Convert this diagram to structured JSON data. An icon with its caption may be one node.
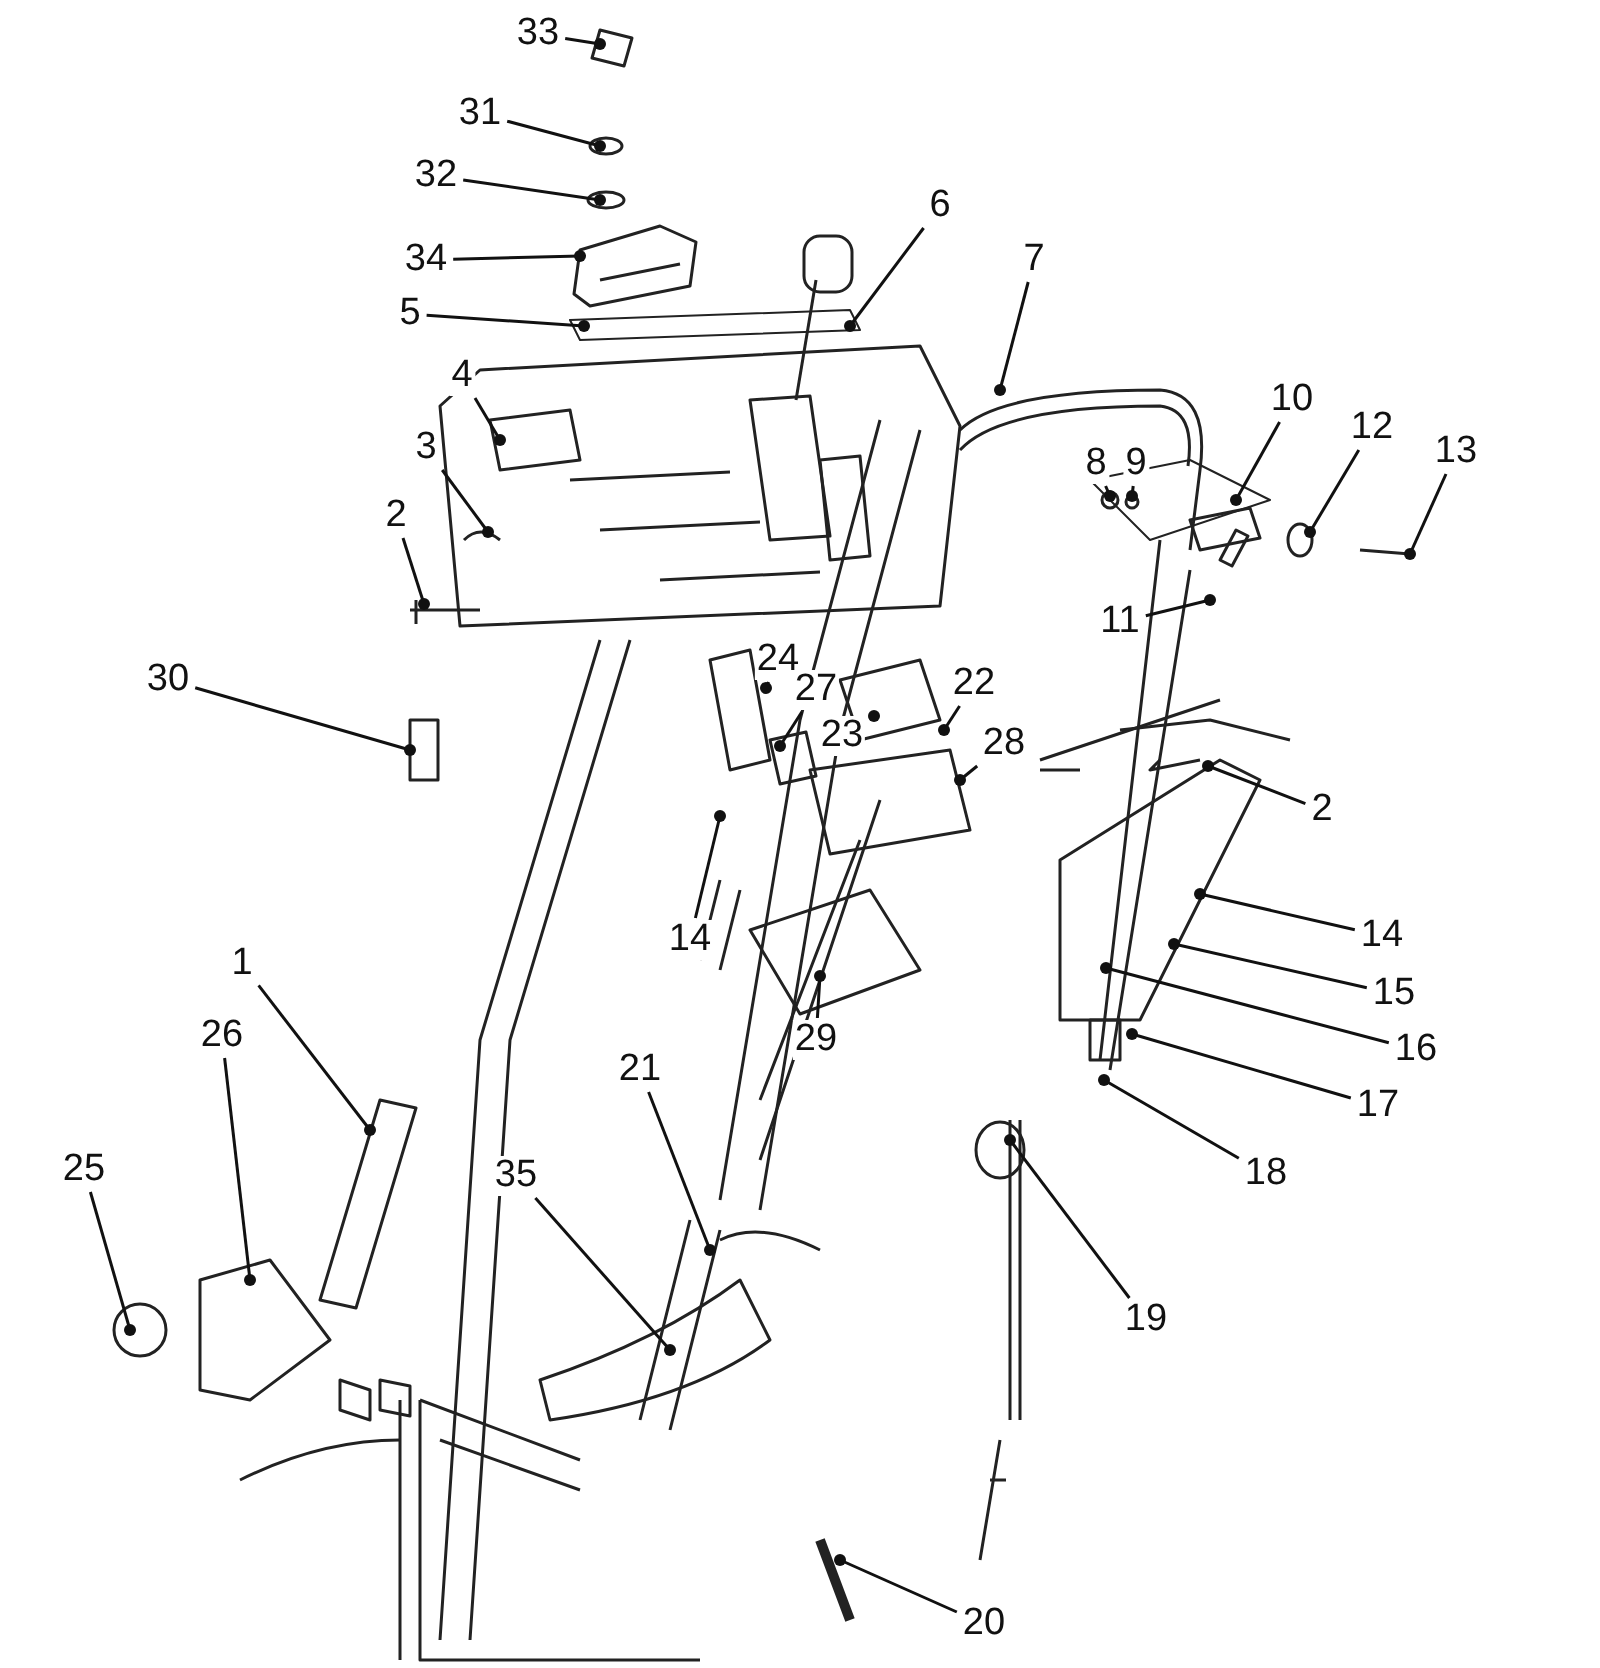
{
  "diagram": {
    "nodes": [
      {
        "text": [
          "33"
        ]
      },
      {
        "text": [
          "31"
        ]
      },
      {
        "text": [
          "32"
        ]
      },
      {
        "text": [
          "34"
        ]
      },
      {
        "text": [
          "5"
        ]
      },
      {
        "text": [
          "6"
        ]
      },
      {
        "text": [
          "7"
        ]
      },
      {
        "text": [
          "4"
        ]
      },
      {
        "text": [
          "3"
        ]
      },
      {
        "text": [
          "8"
        ]
      },
      {
        "text": [
          "9"
        ]
      },
      {
        "text": [
          "10"
        ]
      },
      {
        "text": [
          "12"
        ]
      },
      {
        "text": [
          "13"
        ]
      },
      {
        "text": [
          "2"
        ]
      },
      {
        "text": [
          "11"
        ]
      },
      {
        "text": [
          "30"
        ]
      },
      {
        "text": [
          "24"
        ]
      },
      {
        "text": [
          "27"
        ]
      },
      {
        "text": [
          "22"
        ]
      },
      {
        "text": [
          "23"
        ]
      },
      {
        "text": [
          "28"
        ]
      },
      {
        "text": [
          "2"
        ]
      },
      {
        "text": [
          "14"
        ]
      },
      {
        "text": [
          "14"
        ]
      },
      {
        "text": [
          "15"
        ]
      },
      {
        "text": [
          "16"
        ]
      },
      {
        "text": [
          "17"
        ]
      },
      {
        "text": [
          "18"
        ]
      },
      {
        "text": [
          "1"
        ]
      },
      {
        "text": [
          "26"
        ]
      },
      {
        "text": [
          "25"
        ]
      },
      {
        "text": [
          "21"
        ]
      },
      {
        "text": [
          "29"
        ]
      },
      {
        "text": [
          "35"
        ]
      },
      {
        "text": [
          "19"
        ]
      },
      {
        "text": [
          "20"
        ]
      }
    ],
    "edges": [
      {
        "from": 0,
        "to": null,
        "arrow": "other"
      },
      {
        "from": 1,
        "to": null,
        "arrow": "other"
      },
      {
        "from": 2,
        "to": null,
        "arrow": "other"
      },
      {
        "from": 3,
        "to": null,
        "arrow": "other"
      },
      {
        "from": 4,
        "to": null,
        "arrow": "other"
      },
      {
        "from": 5,
        "to": null,
        "arrow": "other"
      },
      {
        "from": 6,
        "to": null,
        "arrow": "other"
      },
      {
        "from": 7,
        "to": null,
        "arrow": "other"
      },
      {
        "from": 8,
        "to": null,
        "arrow": "other"
      },
      {
        "from": 9,
        "to": null,
        "arrow": "other"
      },
      {
        "from": 10,
        "to": null,
        "arrow": "other"
      },
      {
        "from": 11,
        "to": null,
        "arrow": "other"
      },
      {
        "from": 12,
        "to": null,
        "arrow": "other"
      },
      {
        "from": 13,
        "to": null,
        "arrow": "other"
      },
      {
        "from": 14,
        "to": null,
        "arrow": "other"
      },
      {
        "from": 15,
        "to": null,
        "arrow": "other"
      },
      {
        "from": 16,
        "to": null,
        "arrow": "other"
      },
      {
        "from": 17,
        "to": null,
        "arrow": "other"
      },
      {
        "from": 18,
        "to": null,
        "arrow": "other"
      },
      {
        "from": 19,
        "to": null,
        "arrow": "other"
      },
      {
        "from": 20,
        "to": null,
        "arrow": "other"
      },
      {
        "from": 21,
        "to": null,
        "arrow": "other"
      },
      {
        "from": 22,
        "to": null,
        "arrow": "other"
      },
      {
        "from": 23,
        "to": null,
        "arrow": "other"
      },
      {
        "from": 24,
        "to": null,
        "arrow": "other"
      },
      {
        "from": 25,
        "to": null,
        "arrow": "other"
      },
      {
        "from": 26,
        "to": null,
        "arrow": "other"
      },
      {
        "from": 27,
        "to": null,
        "arrow": "other"
      },
      {
        "from": 28,
        "to": null,
        "arrow": "other"
      },
      {
        "from": 29,
        "to": null,
        "arrow": "other"
      },
      {
        "from": 30,
        "to": null,
        "arrow": "other"
      },
      {
        "from": 31,
        "to": null,
        "arrow": "other"
      },
      {
        "from": 32,
        "to": null,
        "arrow": "other"
      },
      {
        "from": 33,
        "to": null,
        "arrow": "other"
      },
      {
        "from": 34,
        "to": null,
        "arrow": "other"
      },
      {
        "from": 35,
        "to": null,
        "arrow": "other"
      },
      {
        "from": 36,
        "to": null,
        "arrow": "other"
      }
    ]
  }
}
